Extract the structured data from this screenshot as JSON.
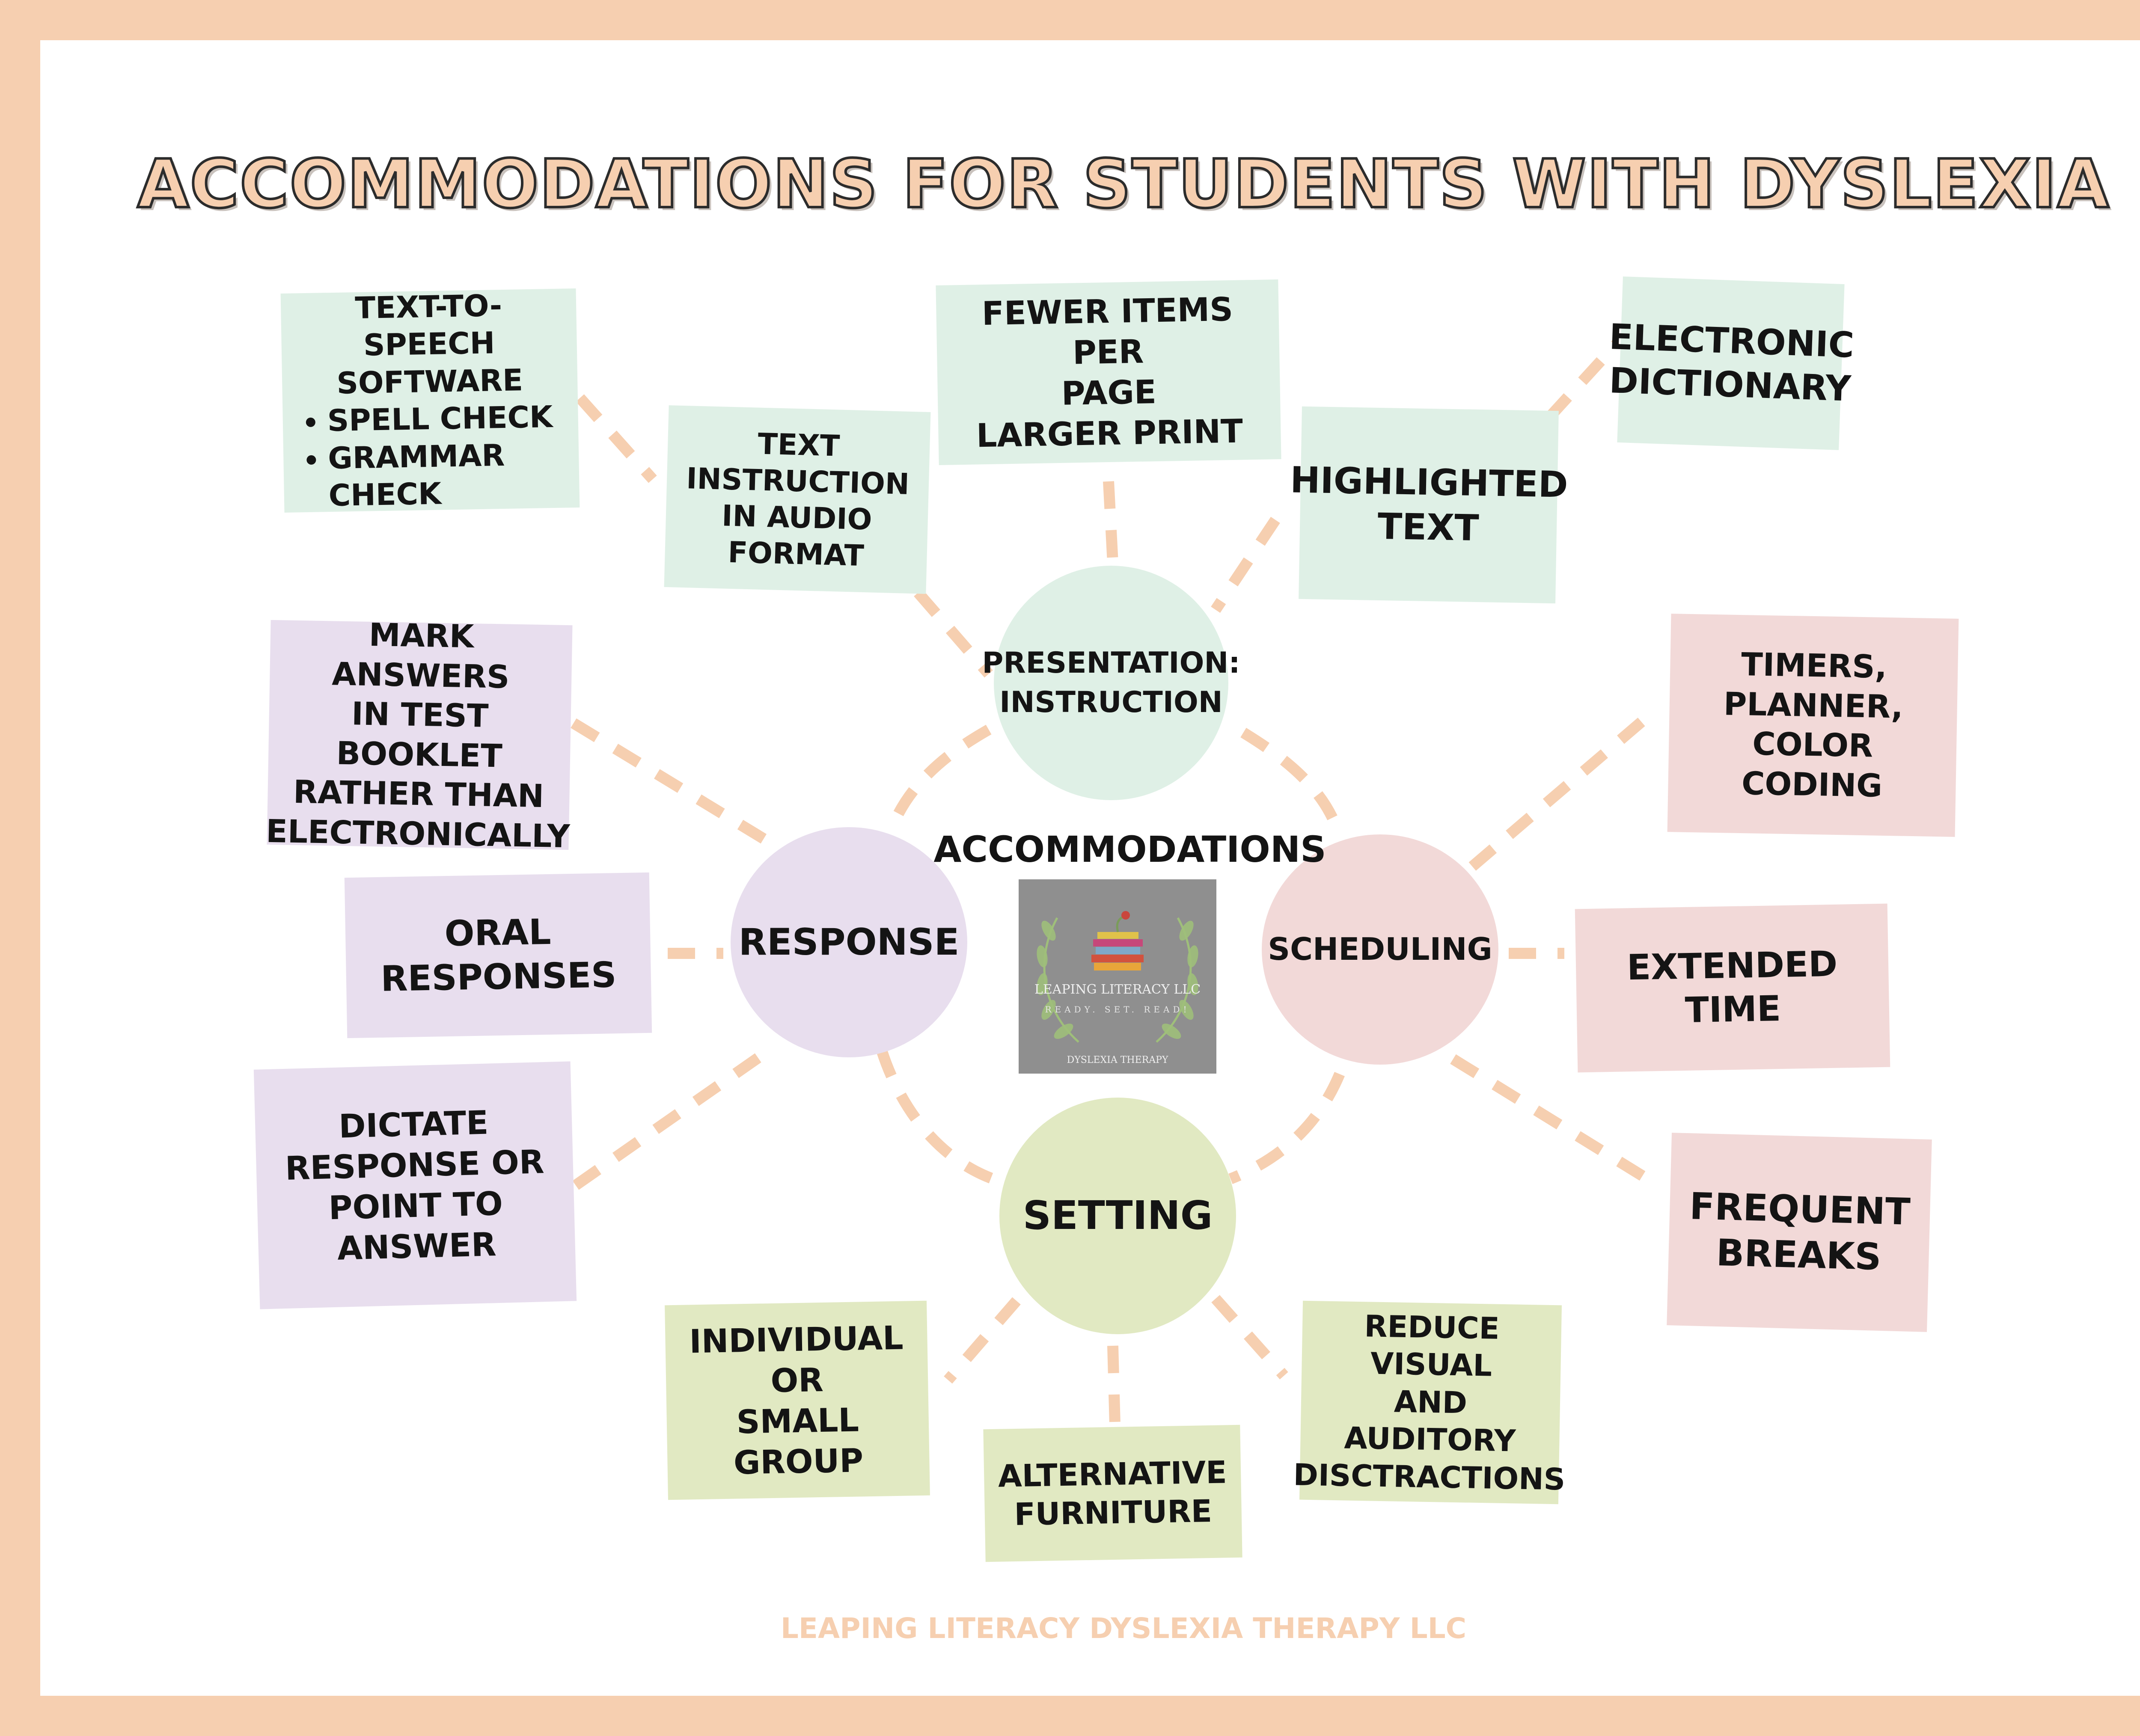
{
  "title": "ACCOMMODATIONS FOR STUDENTS WITH DYSLEXIA",
  "center": {
    "label": "ACCOMMODATIONS",
    "logo": {
      "name": "LEAPING LITERACY LLC",
      "tagline": "READY. SET. READ!",
      "subtitle": "DYSLEXIA THERAPY"
    }
  },
  "hubs": {
    "presentation": {
      "lines": [
        "PRESENTATION:",
        "INSTRUCTION"
      ]
    },
    "response": {
      "label": "RESPONSE"
    },
    "scheduling": {
      "label": "SCHEDULING"
    },
    "setting": {
      "label": "SETTING"
    }
  },
  "presentation_items": {
    "tts": {
      "lines": [
        "TEXT-TO-SPEECH",
        "SOFTWARE"
      ],
      "bullets": [
        "SPELL CHECK",
        "GRAMMAR CHECK"
      ]
    },
    "audio": {
      "lines": [
        "TEXT INSTRUCTION",
        "IN AUDIO FORMAT"
      ]
    },
    "fewer": {
      "lines": [
        "FEWER ITEMS PER",
        "PAGE",
        "LARGER PRINT"
      ]
    },
    "highlighted": {
      "lines": [
        "HIGHLIGHTED",
        "TEXT"
      ]
    },
    "dictionary": {
      "lines": [
        "ELECTRONIC",
        "DICTIONARY"
      ]
    }
  },
  "response_items": {
    "mark": {
      "lines": [
        "MARK ANSWERS",
        "IN TEST BOOKLET",
        "RATHER THAN",
        "ELECTRONICALLY"
      ]
    },
    "oral": {
      "lines": [
        "ORAL RESPONSES"
      ]
    },
    "dictate": {
      "lines": [
        "DICTATE",
        "RESPONSE OR",
        "POINT TO",
        "ANSWER"
      ]
    }
  },
  "scheduling_items": {
    "timers": {
      "lines": [
        "TIMERS,",
        "PLANNER, COLOR",
        "CODING"
      ]
    },
    "extended": {
      "lines": [
        "EXTENDED TIME"
      ]
    },
    "breaks": {
      "lines": [
        "FREQUENT",
        "BREAKS"
      ]
    }
  },
  "setting_items": {
    "individual": {
      "lines": [
        "INDIVIDUAL OR",
        "SMALL GROUP"
      ]
    },
    "furniture": {
      "lines": [
        "ALTERNATIVE",
        "FURNITURE"
      ]
    },
    "reduce": {
      "lines": [
        "REDUCE VISUAL",
        "AND AUDITORY",
        "DISCTRACTIONS"
      ]
    }
  },
  "footer": "LEAPING LITERACY DYSLEXIA THERAPY LLC",
  "colors": {
    "border": "#f6cfb0",
    "connector": "#f6cfb0",
    "presentation": "#dff0e6",
    "response": "#e8deee",
    "scheduling": "#f2d9d8",
    "setting": "#e1e9c2"
  }
}
